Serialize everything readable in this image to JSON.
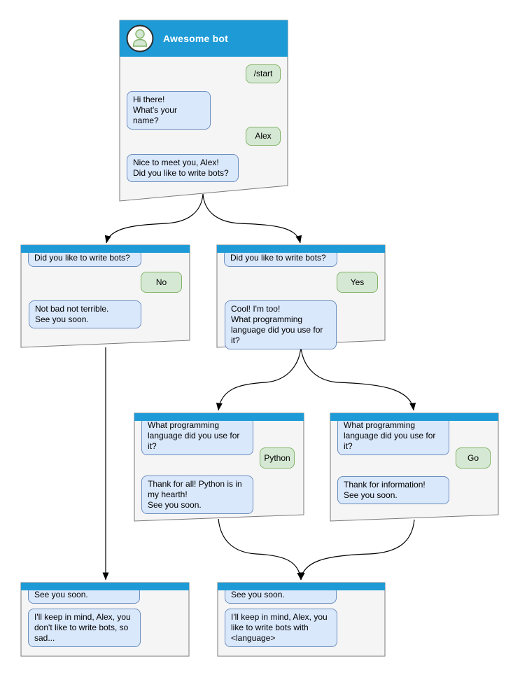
{
  "diagram": {
    "type": "chatbot-conversation-flowchart",
    "colors": {
      "header_blue": "#1e9bd7",
      "window_body": "#f5f5f5",
      "window_border": "#7a7a7a",
      "bot_bubble_fill": "#dae8fc",
      "bot_bubble_border": "#6c8ebf",
      "user_bubble_fill": "#d5e8d4",
      "user_bubble_border": "#82b366",
      "arrow": "#000000",
      "title_text": "#ffffff"
    }
  },
  "windows": {
    "start": {
      "title": "Awesome bot",
      "avatar_icon": "person-icon",
      "messages": {
        "m1": "/start",
        "m2": "Hi there!\nWhat's your name?",
        "m3": "Alex",
        "m4": "Nice to meet you, Alex!\nDid you like to write bots?"
      }
    },
    "no_branch": {
      "messages": {
        "q": "Did you like to write bots?",
        "a": "No",
        "r": "Not bad not terrible.\nSee you soon."
      }
    },
    "yes_branch": {
      "messages": {
        "q": "Did you like to write bots?",
        "a": "Yes",
        "r": "Cool! I'm too!\nWhat programming\nlanguage did you use for it?"
      }
    },
    "python_branch": {
      "messages": {
        "q": "What programming\nlanguage did you use for it?",
        "a": "Python",
        "r": "Thank for all! Python is in\nmy hearth!\nSee you soon."
      }
    },
    "go_branch": {
      "messages": {
        "q": "What programming\nlanguage did you use for it?",
        "a": "Go",
        "r": "Thank for information!\nSee you soon."
      }
    },
    "end_no": {
      "messages": {
        "q": "See you soon.",
        "r": "I'll keep in mind, Alex, you\ndon't like to write bots, so\nsad..."
      }
    },
    "end_yes": {
      "messages": {
        "q": "See you soon.",
        "r": "I'll keep in mind, Alex, you\nlike to write bots with\n<language>"
      }
    }
  },
  "edges": [
    {
      "from": "start",
      "to": "no_branch",
      "style": "curved-split"
    },
    {
      "from": "start",
      "to": "yes_branch",
      "style": "curved-split"
    },
    {
      "from": "no_branch",
      "to": "end_no",
      "style": "straight"
    },
    {
      "from": "yes_branch",
      "to": "python_branch",
      "style": "curved-split"
    },
    {
      "from": "yes_branch",
      "to": "go_branch",
      "style": "curved-split"
    },
    {
      "from": "python_branch",
      "to": "end_yes",
      "style": "curved-merge"
    },
    {
      "from": "go_branch",
      "to": "end_yes",
      "style": "curved-merge"
    }
  ]
}
